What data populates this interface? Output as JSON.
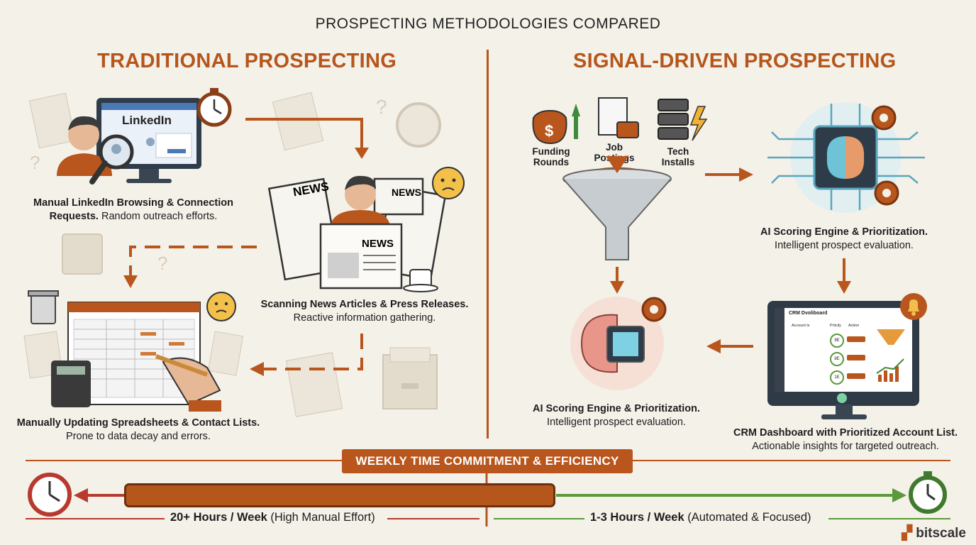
{
  "title": "PROSPECTING METHODOLOGIES COMPARED",
  "traditional": {
    "heading": "TRADITIONAL PROSPECTING",
    "step1": {
      "bold": "Manual LinkedIn Browsing & Connection Requests.",
      "text": " Random outreach efforts.",
      "linkedin_logo": "LinkedIn"
    },
    "step2": {
      "bold": "Scanning News Articles & Press Releases.",
      "text": "Reactive information gathering.",
      "newspaper_word": "NEWS"
    },
    "step3": {
      "bold": "Manually Updating Spreadsheets & Contact Lists.",
      "text": "Prone to data decay and errors."
    }
  },
  "signal": {
    "heading": "SIGNAL-DRIVEN PROSPECTING",
    "inputs": [
      "Funding Rounds",
      "Job Postings",
      "Tech Installs"
    ],
    "engine_top": {
      "bold": "AI Scoring Engine & Prioritization.",
      "text": "Intelligent prospect evaluation."
    },
    "engine_bottom": {
      "bold": "AI Scoring Engine & Prioritization.",
      "text": "Intelligent prospect evaluation."
    },
    "crm": {
      "bold": "CRM Dashboard with Prioritized Account List.",
      "text": "Actionable insights for targeted outreach.",
      "screen_title": "CRM Dvoliboard",
      "columns": [
        "Account ls",
        "Priicily",
        "Action"
      ],
      "scores": [
        "9E",
        "8E",
        "1E"
      ]
    }
  },
  "timeline": {
    "banner": "WEEKLY TIME COMMITMENT & EFFICIENCY",
    "left": {
      "bold": "20+ Hours / Week",
      "text": " (High Manual Effort)"
    },
    "right": {
      "bold": "1-3 Hours / Week",
      "text": " (Automated & Focused)"
    }
  },
  "logo": "bitscale",
  "colors": {
    "accent": "#b5561c",
    "background": "#f4f1e9",
    "positive": "#5a9a3c",
    "negative": "#b83a2e"
  }
}
